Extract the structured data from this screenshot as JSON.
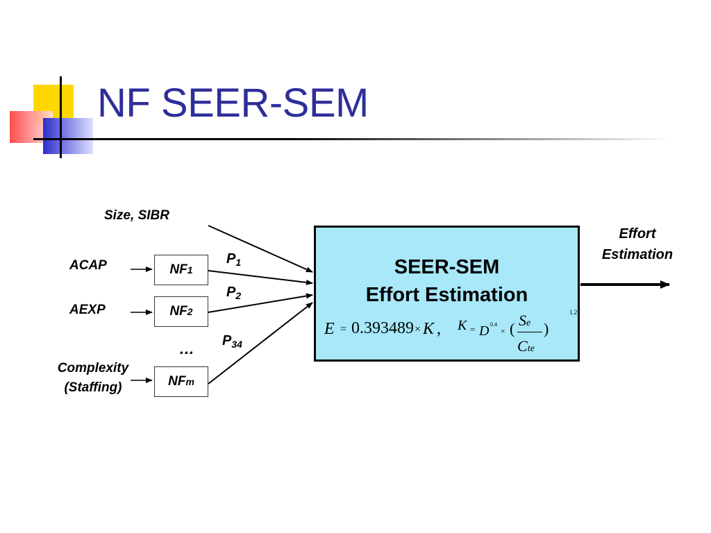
{
  "slide": {
    "title": "NF SEER-SEM"
  },
  "inputs": {
    "size_sibr": "Size,  SIBR",
    "acap": "ACAP",
    "aexp": "AEXP",
    "complexity": "Complexity",
    "staffing": "(Staffing)",
    "ellipsis": "…"
  },
  "nf_blocks": [
    {
      "base": "NF",
      "sub": "1"
    },
    {
      "base": "NF",
      "sub": "2"
    },
    {
      "base": "NF",
      "sub": "m"
    }
  ],
  "parameters": [
    {
      "base": "P",
      "sub": "1"
    },
    {
      "base": "P",
      "sub": "2"
    },
    {
      "base": "P",
      "sub": "34"
    }
  ],
  "model_box": {
    "line1": "SEER-SEM",
    "line2": "Effort Estimation",
    "formula": {
      "E": "E",
      "eq1": "=",
      "coef": "0.393489",
      "times1": "×",
      "K": "K",
      "comma": ",",
      "K2": "K",
      "eq2": "=",
      "D": "D",
      "exp_D": "0.4",
      "times2": "×",
      "lparen": "(",
      "S": "S",
      "S_sub": "e",
      "C": "C",
      "C_sub": "te",
      "rparen": ")",
      "exp_outer": "1.2"
    }
  },
  "output": {
    "line1": "Effort",
    "line2": "Estimation"
  },
  "colors": {
    "title": "#2e2e9a",
    "box_fill": "#a8e8f8",
    "deco_yellow": "#ffd700",
    "deco_blue": "#3333cc",
    "deco_red": "#ff4d4d"
  }
}
